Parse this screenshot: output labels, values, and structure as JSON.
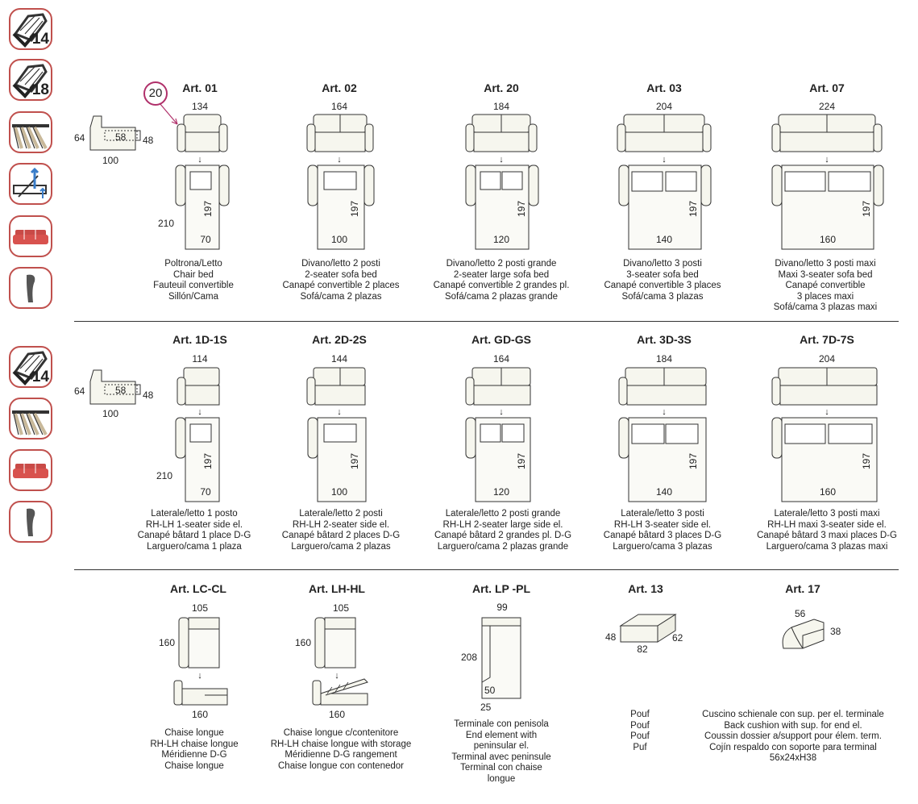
{
  "side_icons_top": [
    {
      "name": "foam-14-icon",
      "label": "14"
    },
    {
      "name": "foam-18-icon",
      "label": "18"
    },
    {
      "name": "slats-icon",
      "label": ""
    },
    {
      "name": "mechanism-icon",
      "label": ""
    },
    {
      "name": "sofa-red-icon",
      "label": ""
    },
    {
      "name": "armrest-icon",
      "label": ""
    }
  ],
  "side_icons_mid": [
    {
      "name": "foam-14-icon",
      "label": "14"
    },
    {
      "name": "slats-icon",
      "label": ""
    },
    {
      "name": "sofa-red-icon",
      "label": ""
    },
    {
      "name": "armrest-icon",
      "label": ""
    }
  ],
  "callout": "20",
  "side_dims_top": {
    "h": "64",
    "inner": "58",
    "seat": "48",
    "depth": "100",
    "bed_len": "210"
  },
  "side_dims_mid": {
    "h": "64",
    "inner": "58",
    "seat": "48",
    "depth": "100",
    "bed_len": "210"
  },
  "row1": [
    {
      "title": "Art. 01",
      "width": "134",
      "mattress_len": "197",
      "mattress_w": "70",
      "desc": [
        "Poltrona/Letto",
        "Chair bed",
        "Fauteuil convertible",
        "Sillón/Cama"
      ]
    },
    {
      "title": "Art. 02",
      "width": "164",
      "mattress_len": "197",
      "mattress_w": "100",
      "desc": [
        "Divano/letto 2 posti",
        "2-seater sofa bed",
        "Canapé convertible 2 places",
        "Sofá/cama 2 plazas"
      ]
    },
    {
      "title": "Art. 20",
      "width": "184",
      "mattress_len": "197",
      "mattress_w": "120",
      "desc": [
        "Divano/letto 2 posti grande",
        "2-seater large sofa bed",
        "Canapé convertible 2 grandes pl.",
        "Sofá/cama 2 plazas grande"
      ]
    },
    {
      "title": "Art. 03",
      "width": "204",
      "mattress_len": "197",
      "mattress_w": "140",
      "desc": [
        "Divano/letto 3 posti",
        "3-seater sofa bed",
        "Canapé convertible 3 places",
        "Sofá/cama 3 plazas"
      ]
    },
    {
      "title": "Art. 07",
      "width": "224",
      "mattress_len": "197",
      "mattress_w": "160",
      "desc": [
        "Divano/letto 3 posti maxi",
        "Maxi 3-seater sofa bed",
        "Canapé convertible",
        "3 places maxi",
        "Sofá/cama 3 plazas maxi"
      ]
    }
  ],
  "row2": [
    {
      "title": "Art. 1D-1S",
      "width": "114",
      "mattress_len": "197",
      "mattress_w": "70",
      "desc": [
        "Laterale/letto 1 posto",
        "RH-LH 1-seater side el.",
        "Canapé bâtard 1 place D-G",
        "Larguero/cama 1 plaza"
      ]
    },
    {
      "title": "Art. 2D-2S",
      "width": "144",
      "mattress_len": "197",
      "mattress_w": "100",
      "desc": [
        "Laterale/letto 2 posti",
        "RH-LH 2-seater side el.",
        "Canapé bâtard 2 places D-G",
        "Larguero/cama 2 plazas"
      ]
    },
    {
      "title": "Art. GD-GS",
      "width": "164",
      "mattress_len": "197",
      "mattress_w": "120",
      "desc": [
        "Laterale/letto 2 posti grande",
        "RH-LH 2-seater large side el.",
        "Canapé bâtard 2 grandes pl. D-G",
        "Larguero/cama 2 plazas grande"
      ]
    },
    {
      "title": "Art. 3D-3S",
      "width": "184",
      "mattress_len": "197",
      "mattress_w": "140",
      "desc": [
        "Laterale/letto 3 posti",
        "RH-LH 3-seater side el.",
        "Canapé bâtard 3 places D-G",
        "Larguero/cama 3 plazas"
      ]
    },
    {
      "title": "Art. 7D-7S",
      "width": "204",
      "mattress_len": "197",
      "mattress_w": "160",
      "desc": [
        "Laterale/letto 3 posti maxi",
        "RH-LH maxi 3-seater side el.",
        "Canapé bâtard 3 maxi places D-G",
        "Larguero/cama 3 plazas maxi"
      ]
    }
  ],
  "row3": [
    {
      "title": "Art. LC-CL",
      "width": "105",
      "depth": "160",
      "open_len": "160",
      "desc": [
        "Chaise longue",
        "RH-LH chaise longue",
        "Méridienne D-G",
        "Chaise longue"
      ]
    },
    {
      "title": "Art. LH-HL",
      "width": "105",
      "depth": "160",
      "open_len": "160",
      "desc": [
        "Chaise longue c/contenitore",
        "RH-LH chaise longue with storage",
        "Méridienne D-G rangement",
        "Chaise longue con contenedor"
      ]
    },
    {
      "title": "Art. LP -PL",
      "width": "99",
      "depth": "208",
      "inner": "50",
      "bottom": "25",
      "desc": [
        "Terminale con penisola",
        "End element with",
        "peninsular el.",
        "Terminal avec peninsule",
        "Terminal con chaise",
        "longue"
      ]
    },
    {
      "title": "Art. 13",
      "h": "48",
      "w": "82",
      "d": "62",
      "desc": [
        "Pouf",
        "Pouf",
        "Pouf",
        "Puf"
      ]
    },
    {
      "title": "Art. 17",
      "w": "56",
      "h": "38",
      "desc": [
        "Cuscino schienale con sup. per el. terminale",
        "Back cushion with sup. for end el.",
        "Coussin dossier a/support pour élem. term.",
        "Cojín respaldo con soporte para terminal",
        "56x24xH38"
      ]
    }
  ]
}
